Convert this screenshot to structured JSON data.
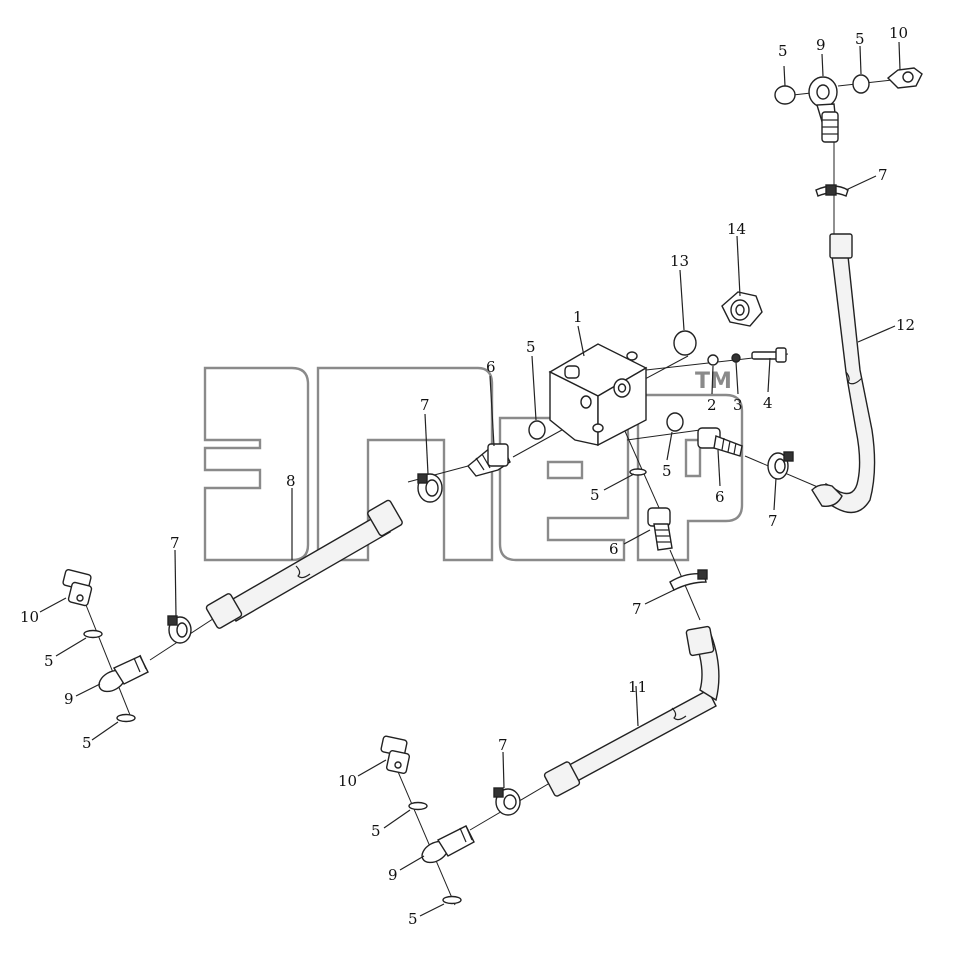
{
  "watermark": {
    "trademark": "TM"
  },
  "labels": {
    "l1": "1",
    "l2": "2",
    "l3": "3",
    "l4": "4",
    "l5a": "5",
    "l5b": "5",
    "l5c": "5",
    "l5d": "5",
    "l5e": "5",
    "l5f": "5",
    "l5g": "5",
    "l5h": "5",
    "l5i": "5",
    "l6a": "6",
    "l6b": "6",
    "l6c": "6",
    "l7a": "7",
    "l7b": "7",
    "l7c": "7",
    "l7d": "7",
    "l7e": "7",
    "l7f": "7",
    "l8": "8",
    "l9a": "9",
    "l9b": "9",
    "l9c": "9",
    "l10a": "10",
    "l10b": "10",
    "l10c": "10",
    "l11": "11",
    "l12": "12",
    "l13": "13",
    "l14": "14"
  }
}
